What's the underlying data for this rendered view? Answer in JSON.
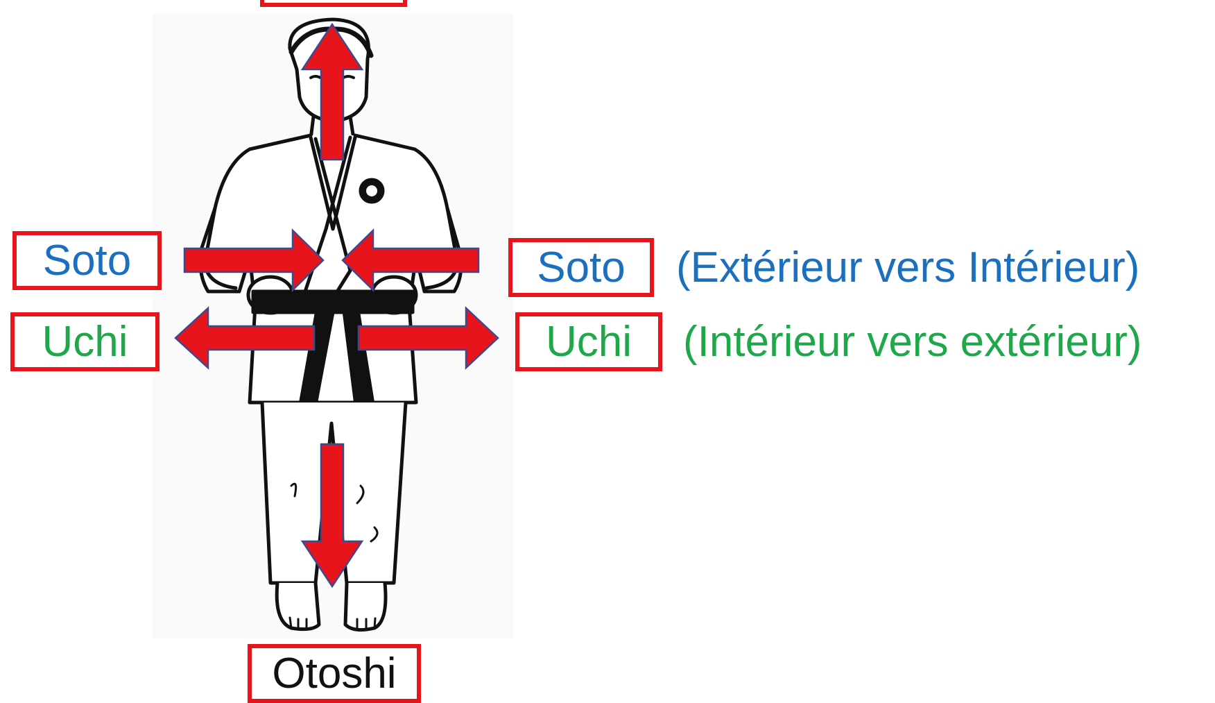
{
  "colors": {
    "frame": "#e8141c",
    "arrow_fill": "#e8141c",
    "arrow_outline": "#3b4a8f",
    "soto": "#1a6fbf",
    "uchi": "#1fa84a",
    "otoshi": "#111111"
  },
  "illustration": {
    "subject": "karate-practitioner-black-belt"
  },
  "labels": {
    "top": "",
    "soto_left": "Soto",
    "soto_right": "Soto",
    "uchi_left": "Uchi",
    "uchi_right": "Uchi",
    "otoshi": "Otoshi"
  },
  "captions": {
    "soto": "(Extérieur vers Intérieur)",
    "uchi": "(Intérieur vers extérieur)"
  }
}
